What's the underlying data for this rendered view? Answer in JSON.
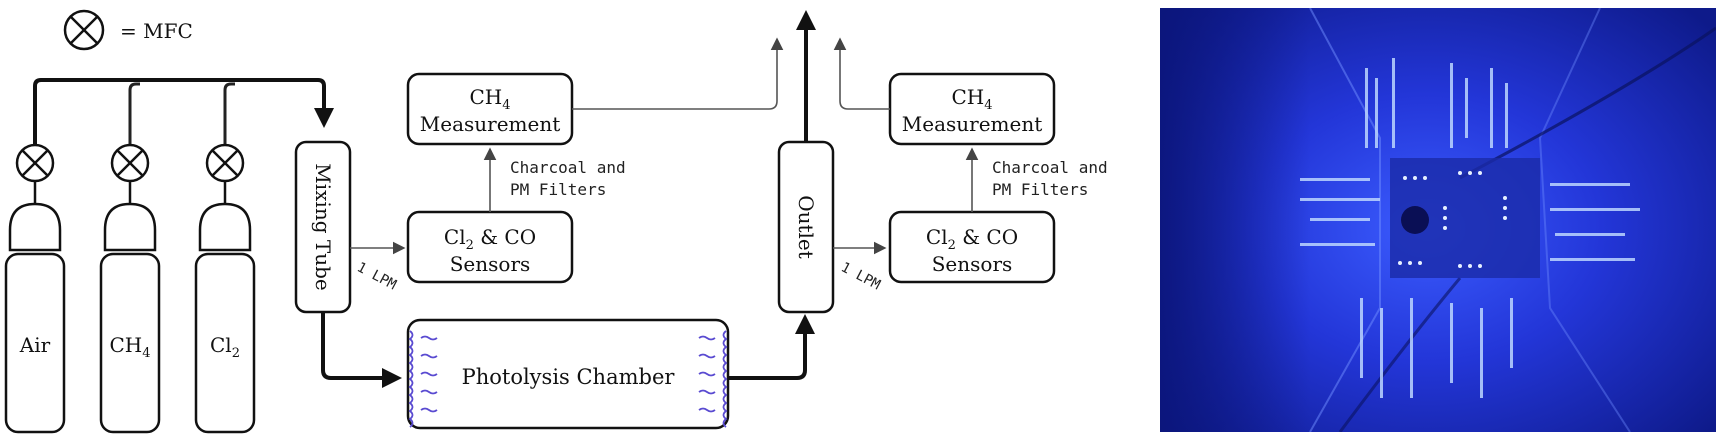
{
  "legend": {
    "symbol": "mfc-valve-icon",
    "label": "= MFC"
  },
  "cylinders": [
    {
      "gas": "Air",
      "sub": ""
    },
    {
      "gas": "CH",
      "sub": "4"
    },
    {
      "gas": "Cl",
      "sub": "2"
    }
  ],
  "mixing_tube": {
    "label": "Mixing Tube"
  },
  "outlet": {
    "label": "Outlet"
  },
  "photolysis": {
    "label": "Photolysis Chamber"
  },
  "left_branch": {
    "flow_label": "1 LPM",
    "sensors": {
      "line1_a": "Cl",
      "line1_sub": "2",
      "line1_b": " & CO",
      "line2": "Sensors"
    },
    "filters": {
      "line1": "Charcoal and",
      "line2": "PM Filters"
    },
    "measurement": {
      "line1_a": "CH",
      "line1_sub": "4",
      "line2": "Measurement"
    }
  },
  "right_branch": {
    "flow_label": "1 LPM",
    "sensors": {
      "line1_a": "Cl",
      "line1_sub": "2",
      "line1_b": " & CO",
      "line2": "Sensors"
    },
    "filters": {
      "line1": "Charcoal and",
      "line2": "PM Filters"
    },
    "measurement": {
      "line1_a": "CH",
      "line1_sub": "4",
      "line2": "Measurement"
    }
  },
  "colors": {
    "uv_wave": "#5a4bd1",
    "photo_base": "#1a2fc8",
    "photo_glow": "#7fb2ff"
  },
  "photo": {
    "description_icon": "photolysis-chamber-photo"
  }
}
